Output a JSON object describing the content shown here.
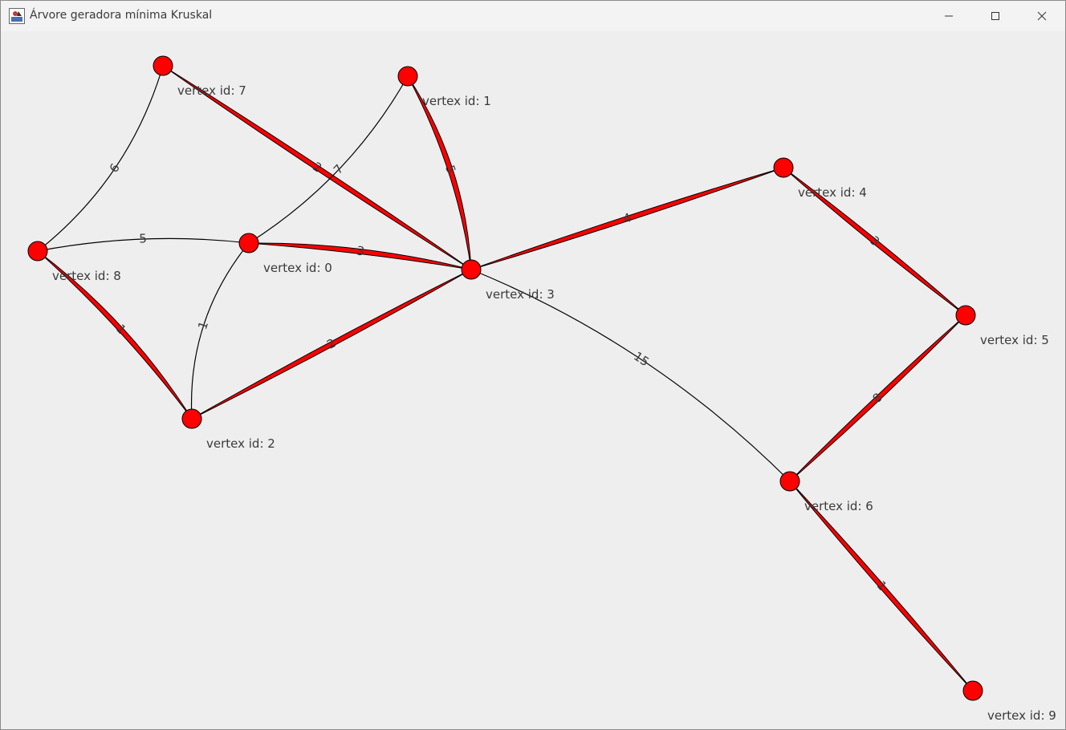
{
  "window": {
    "title": "Árvore geradora mínima Kruskal"
  },
  "colors": {
    "vertex_fill": "#ff0000",
    "mst_edge": "#ff0000",
    "edge_stroke": "#000000",
    "background": "#eeeeee"
  },
  "graph": {
    "vertices": [
      {
        "id": 0,
        "label": "vertex id: 0"
      },
      {
        "id": 1,
        "label": "vertex id: 1"
      },
      {
        "id": 2,
        "label": "vertex id: 2"
      },
      {
        "id": 3,
        "label": "vertex id: 3"
      },
      {
        "id": 4,
        "label": "vertex id: 4"
      },
      {
        "id": 5,
        "label": "vertex id: 5"
      },
      {
        "id": 6,
        "label": "vertex id: 6"
      },
      {
        "id": 7,
        "label": "vertex id: 7"
      },
      {
        "id": 8,
        "label": "vertex id: 8"
      },
      {
        "id": 9,
        "label": "vertex id: 9"
      }
    ],
    "edges": [
      {
        "from": 7,
        "to": 8,
        "weight": "6",
        "mst": false
      },
      {
        "from": 7,
        "to": 3,
        "weight": "2",
        "mst": true
      },
      {
        "from": 1,
        "to": 0,
        "weight": "7",
        "mst": false
      },
      {
        "from": 1,
        "to": 3,
        "weight": "5",
        "mst": true
      },
      {
        "from": 8,
        "to": 0,
        "weight": "5",
        "mst": false
      },
      {
        "from": 0,
        "to": 3,
        "weight": "3",
        "mst": true
      },
      {
        "from": 8,
        "to": 2,
        "weight": "1",
        "mst": true
      },
      {
        "from": 0,
        "to": 2,
        "weight": "1",
        "mst": false
      },
      {
        "from": 2,
        "to": 3,
        "weight": "2",
        "mst": true
      },
      {
        "from": 3,
        "to": 4,
        "weight": "4",
        "mst": true
      },
      {
        "from": 4,
        "to": 5,
        "weight": "3",
        "mst": true
      },
      {
        "from": 3,
        "to": 6,
        "weight": "15",
        "mst": false
      },
      {
        "from": 5,
        "to": 6,
        "weight": "8",
        "mst": true
      },
      {
        "from": 6,
        "to": 9,
        "weight": "1",
        "mst": true
      }
    ]
  }
}
